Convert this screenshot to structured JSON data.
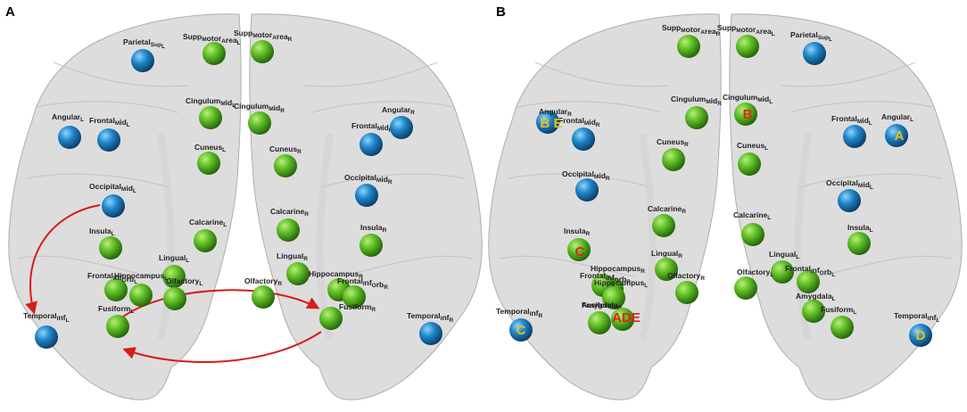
{
  "colors": {
    "green_node": "#4fae1c",
    "blue_node": "#1f86c8",
    "arrow": "#d81b1b",
    "mark_yellow": "#e8c21a",
    "mark_red": "#e0241b"
  },
  "panels": [
    {
      "letter": "A",
      "nodes": [
        {
          "base": "Parietal",
          "sub": "Sup",
          "suffix": "L",
          "color": "blue"
        },
        {
          "base": "Supp",
          "sub": "M",
          "mid": "otor",
          "sub2": "A",
          "mid2": "rea",
          "suffix": "L",
          "color": "green"
        },
        {
          "base": "Supp",
          "sub": "M",
          "mid": "otor",
          "sub2": "A",
          "mid2": "rea",
          "suffix": "R",
          "color": "green"
        },
        {
          "base": "Cingulum",
          "sub": "M",
          "mid": "id",
          "suffix": "L",
          "color": "green"
        },
        {
          "base": "Cingulum",
          "sub": "M",
          "mid": "id",
          "suffix": "R",
          "color": "green"
        },
        {
          "base": "Angular",
          "suffix": "L",
          "color": "blue"
        },
        {
          "base": "Frontal",
          "sub": "M",
          "mid": "id",
          "suffix": "L",
          "color": "blue"
        },
        {
          "base": "Frontal",
          "sub": "M",
          "mid": "id",
          "suffix": "R",
          "color": "blue"
        },
        {
          "base": "Angular",
          "suffix": "R",
          "color": "blue"
        },
        {
          "base": "Cuneus",
          "suffix": "L",
          "color": "green"
        },
        {
          "base": "Cuneus",
          "suffix": "R",
          "color": "green"
        },
        {
          "base": "Occipital",
          "sub": "M",
          "mid": "id",
          "suffix": "L",
          "color": "blue"
        },
        {
          "base": "Occipital",
          "sub": "M",
          "mid": "id",
          "suffix": "R",
          "color": "blue"
        },
        {
          "base": "Calcarine",
          "suffix": "L",
          "color": "green"
        },
        {
          "base": "Calcarine",
          "suffix": "R",
          "color": "green"
        },
        {
          "base": "Insula",
          "suffix": "L",
          "color": "green"
        },
        {
          "base": "Insula",
          "suffix": "R",
          "color": "green"
        },
        {
          "base": "Lingual",
          "suffix": "L",
          "color": "green"
        },
        {
          "base": "Lingual",
          "suffix": "R",
          "color": "green"
        },
        {
          "base": "Frontal",
          "sub": "I",
          "mid": "nf",
          "sub2": "O",
          "mid2": "rb",
          "suffix": "L",
          "color": "green"
        },
        {
          "base": "Hippocampus",
          "suffix": "L",
          "color": "green"
        },
        {
          "base": "Olfactory",
          "suffix": "L",
          "color": "green"
        },
        {
          "base": "Olfactory",
          "suffix": "R",
          "color": "green"
        },
        {
          "base": "Hippocampus",
          "suffix": "R",
          "color": "green"
        },
        {
          "base": "Frontal",
          "sub": "I",
          "mid": "nf",
          "sub2": "O",
          "mid2": "rb",
          "suffix": "R",
          "color": "green"
        },
        {
          "base": "Temporal",
          "sub": "I",
          "mid": "nf",
          "suffix": "L",
          "color": "blue"
        },
        {
          "base": "Fusiform",
          "suffix": "L",
          "color": "green"
        },
        {
          "base": "Fusiform",
          "suffix": "R",
          "color": "green"
        },
        {
          "base": "Temporal",
          "sub": "I",
          "mid": "nf",
          "suffix": "R",
          "color": "blue"
        }
      ]
    },
    {
      "letter": "B",
      "nodes": [
        {
          "base": "Supp",
          "sub": "M",
          "mid": "otor",
          "sub2": "A",
          "mid2": "rea",
          "suffix": "R",
          "color": "green"
        },
        {
          "base": "Supp",
          "sub": "M",
          "mid": "otor",
          "sub2": "A",
          "mid2": "rea",
          "suffix": "L",
          "color": "green"
        },
        {
          "base": "Parietal",
          "sub": "Sup",
          "suffix": "L",
          "color": "blue"
        },
        {
          "base": "Cingulum",
          "sub": "M",
          "mid": "id",
          "suffix": "R",
          "color": "green"
        },
        {
          "base": "Cingulum",
          "sub": "M",
          "mid": "id",
          "suffix": "L",
          "color": "green"
        },
        {
          "base": "Angular",
          "suffix": "R",
          "color": "blue"
        },
        {
          "base": "Frontal",
          "sub": "M",
          "mid": "id",
          "suffix": "R",
          "color": "blue"
        },
        {
          "base": "Frontal",
          "sub": "M",
          "mid": "id",
          "suffix": "L",
          "color": "blue"
        },
        {
          "base": "Angular",
          "suffix": "L",
          "color": "blue"
        },
        {
          "base": "Cuneus",
          "suffix": "R",
          "color": "green"
        },
        {
          "base": "Cuneus",
          "suffix": "L",
          "color": "green"
        },
        {
          "base": "Occipital",
          "sub": "M",
          "mid": "id",
          "suffix": "R",
          "color": "blue"
        },
        {
          "base": "Occipital",
          "sub": "M",
          "mid": "id",
          "suffix": "L",
          "color": "blue"
        },
        {
          "base": "Calcarine",
          "suffix": "R",
          "color": "green"
        },
        {
          "base": "Calcarine",
          "suffix": "L",
          "color": "green"
        },
        {
          "base": "Insula",
          "suffix": "R",
          "color": "green"
        },
        {
          "base": "Insula",
          "suffix": "L",
          "color": "green"
        },
        {
          "base": "Lingual",
          "suffix": "R",
          "color": "green"
        },
        {
          "base": "Lingual",
          "suffix": "L",
          "color": "green"
        },
        {
          "base": "Hippocampus",
          "suffix": "R",
          "color": "green"
        },
        {
          "base": "Frontal",
          "sub": "I",
          "mid": "nf",
          "sub2": "O",
          "mid2": "rb",
          "suffix": "R",
          "color": "green"
        },
        {
          "base": "Olfactory",
          "suffix": "R",
          "color": "green"
        },
        {
          "base": "Olfactory",
          "suffix": "L",
          "color": "green"
        },
        {
          "base": "Hippocampus",
          "suffix": "L",
          "color": "green"
        },
        {
          "base": "Frontal",
          "sub": "I",
          "mid": "nf",
          "sub2": "O",
          "mid2": "rb",
          "suffix": "L",
          "color": "green"
        },
        {
          "base": "Amygdala",
          "suffix": "R",
          "color": "green"
        },
        {
          "base": "Amygdala",
          "suffix": "L",
          "color": "green"
        },
        {
          "base": "Temporal",
          "sub": "I",
          "mid": "nf",
          "suffix": "R",
          "color": "blue"
        },
        {
          "base": "Fusiform",
          "suffix": "R",
          "color": "green"
        },
        {
          "base": "Fusiform",
          "suffix": "L",
          "color": "green"
        },
        {
          "base": "Temporal",
          "sub": "I",
          "mid": "nf",
          "suffix": "L",
          "color": "blue"
        }
      ],
      "marks": [
        {
          "text": "B E",
          "color": "yellow"
        },
        {
          "text": "B",
          "color": "red"
        },
        {
          "text": "A",
          "color": "yellow"
        },
        {
          "text": "C",
          "color": "red"
        },
        {
          "text": "ADE",
          "color": "red"
        },
        {
          "text": "C",
          "color": "yellow"
        },
        {
          "text": "D",
          "color": "yellow"
        }
      ]
    }
  ]
}
